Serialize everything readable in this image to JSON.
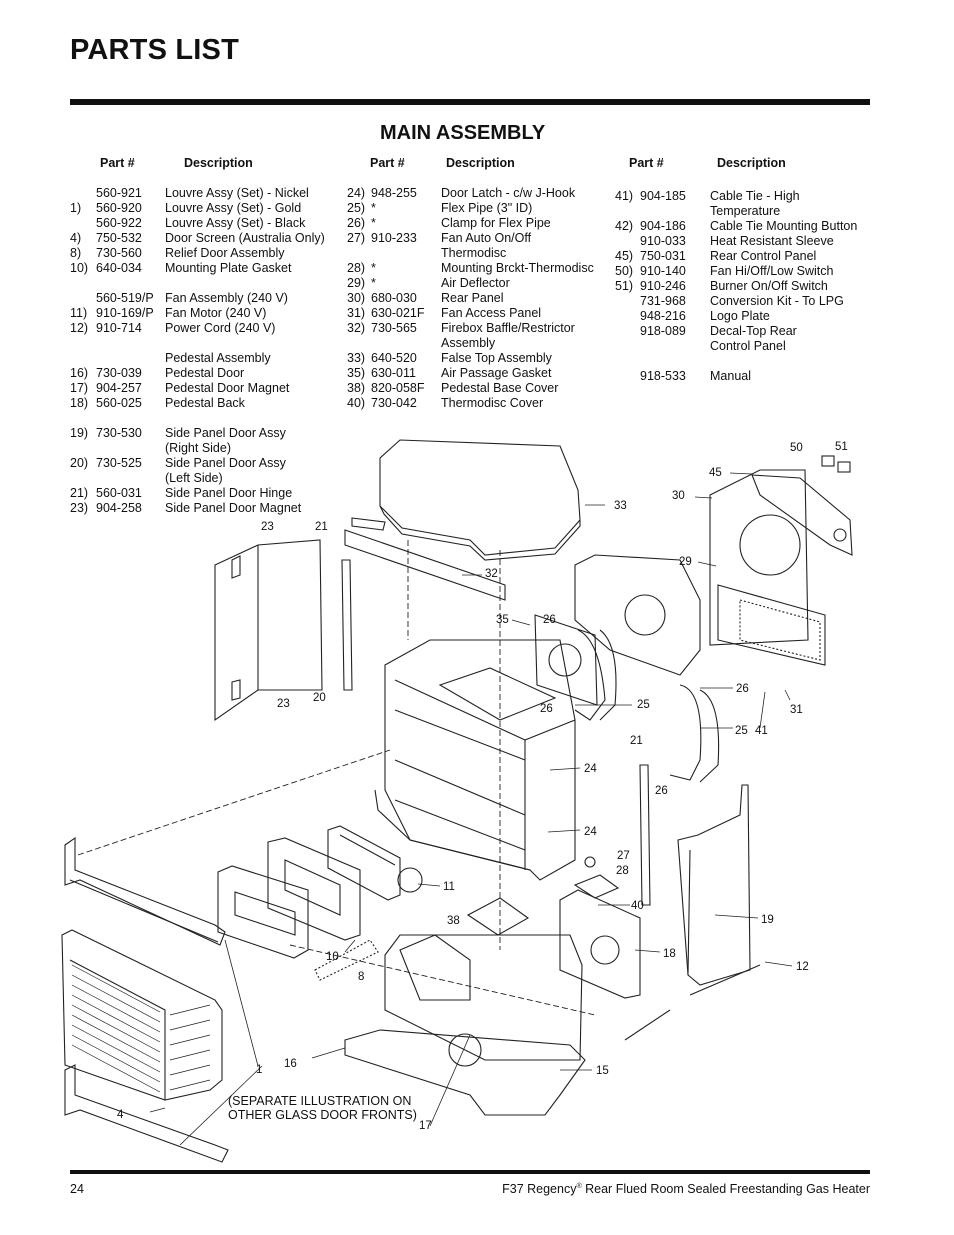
{
  "page_title": "PARTS LIST",
  "section_title": "MAIN ASSEMBLY",
  "headers": {
    "part": "Part #",
    "description": "Description"
  },
  "columns": [
    [
      {
        "num": "",
        "part": "560-921",
        "desc": "Louvre Assy (Set) - Nickel"
      },
      {
        "num": "1)",
        "part": "560-920",
        "desc": "Louvre Assy (Set) - Gold"
      },
      {
        "num": "",
        "part": "560-922",
        "desc": "Louvre Assy (Set) - Black"
      },
      {
        "num": "4)",
        "part": "750-532",
        "desc": "Door Screen (Australia Only)"
      },
      {
        "num": "8)",
        "part": "730-560",
        "desc": "Relief Door Assembly"
      },
      {
        "num": "10)",
        "part": "640-034",
        "desc": "Mounting Plate Gasket"
      },
      {
        "num": "",
        "part": "",
        "desc": ""
      },
      {
        "num": "",
        "part": "560-519/P",
        "desc": "Fan Assembly (240 V)"
      },
      {
        "num": "11)",
        "part": "910-169/P",
        "desc": "Fan Motor (240 V)"
      },
      {
        "num": "12)",
        "part": "910-714",
        "desc": "Power Cord (240 V)"
      },
      {
        "num": "",
        "part": "",
        "desc": ""
      },
      {
        "num": "",
        "part": "",
        "desc": "Pedestal Assembly"
      },
      {
        "num": "16)",
        "part": "730-039",
        "desc": "Pedestal Door"
      },
      {
        "num": "17)",
        "part": "904-257",
        "desc": "Pedestal Door Magnet"
      },
      {
        "num": "18)",
        "part": "560-025",
        "desc": "Pedestal Back"
      },
      {
        "num": "",
        "part": "",
        "desc": ""
      },
      {
        "num": "19)",
        "part": "730-530",
        "desc": "Side Panel Door Assy"
      },
      {
        "num": "",
        "part": "",
        "desc": "(Right Side)"
      },
      {
        "num": "20)",
        "part": "730-525",
        "desc": "Side Panel Door Assy"
      },
      {
        "num": "",
        "part": "",
        "desc": "(Left Side)"
      },
      {
        "num": "21)",
        "part": "560-031",
        "desc": "Side Panel Door Hinge"
      },
      {
        "num": "23)",
        "part": "904-258",
        "desc": "Side Panel Door Magnet"
      }
    ],
    [
      {
        "num": "24)",
        "part": "948-255",
        "desc": "Door Latch - c/w J-Hook"
      },
      {
        "num": "25)",
        "part": "*",
        "desc": "Flex Pipe (3\" ID)"
      },
      {
        "num": "26)",
        "part": "*",
        "desc": "Clamp for Flex Pipe"
      },
      {
        "num": "27)",
        "part": "910-233",
        "desc": "Fan Auto On/Off"
      },
      {
        "num": "",
        "part": "",
        "desc": "Thermodisc"
      },
      {
        "num": "28)",
        "part": "*",
        "desc": "Mounting Brckt-Thermodisc"
      },
      {
        "num": "29)",
        "part": "*",
        "desc": "Air Deflector"
      },
      {
        "num": "30)",
        "part": "680-030",
        "desc": "Rear Panel"
      },
      {
        "num": "31)",
        "part": "630-021F",
        "desc": "Fan Access Panel"
      },
      {
        "num": "32)",
        "part": "730-565",
        "desc": "Firebox Baffle/Restrictor"
      },
      {
        "num": "",
        "part": "",
        "desc": "Assembly"
      },
      {
        "num": "33)",
        "part": "640-520",
        "desc": "False Top Assembly"
      },
      {
        "num": "35)",
        "part": "630-011",
        "desc": "Air Passage Gasket"
      },
      {
        "num": "38)",
        "part": "820-058F",
        "desc": "Pedestal Base Cover"
      },
      {
        "num": "40)",
        "part": "730-042",
        "desc": "Thermodisc Cover"
      }
    ],
    [
      {
        "num": "41)",
        "part": "904-185",
        "desc": "Cable Tie - High"
      },
      {
        "num": "",
        "part": "",
        "desc": "Temperature"
      },
      {
        "num": "42)",
        "part": "904-186",
        "desc": "Cable Tie Mounting Button"
      },
      {
        "num": "",
        "part": "910-033",
        "desc": "Heat Resistant Sleeve"
      },
      {
        "num": "45)",
        "part": "750-031",
        "desc": "Rear Control Panel"
      },
      {
        "num": "50)",
        "part": "910-140",
        "desc": "Fan Hi/Off/Low Switch"
      },
      {
        "num": "51)",
        "part": "910-246",
        "desc": "Burner On/Off Switch"
      },
      {
        "num": "",
        "part": "731-968",
        "desc": "Conversion Kit - To LPG"
      },
      {
        "num": "",
        "part": "948-216",
        "desc": "Logo Plate"
      },
      {
        "num": "",
        "part": "918-089",
        "desc": "Decal-Top Rear"
      },
      {
        "num": "",
        "part": "",
        "desc": "Control Panel"
      },
      {
        "num": "",
        "part": "",
        "desc": ""
      },
      {
        "num": "",
        "part": "918-533",
        "desc": "Manual"
      }
    ]
  ],
  "diagram_callouts": [
    "1",
    "4",
    "8",
    "10",
    "11",
    "12",
    "15",
    "16",
    "17",
    "18",
    "19",
    "20",
    "21",
    "23",
    "24",
    "25",
    "26",
    "27",
    "28",
    "29",
    "30",
    "31",
    "32",
    "33",
    "35",
    "38",
    "40",
    "41",
    "45",
    "50",
    "51"
  ],
  "diagram_note_line1": "(SEPARATE ILLUSTRATION ON",
  "diagram_note_line2": "OTHER GLASS DOOR FRONTS)",
  "footer": {
    "page_number": "24",
    "model": "F37 Regency",
    "registered_mark": "®",
    "subtitle": "Rear Flued Room Sealed Freestanding Gas Heater"
  }
}
